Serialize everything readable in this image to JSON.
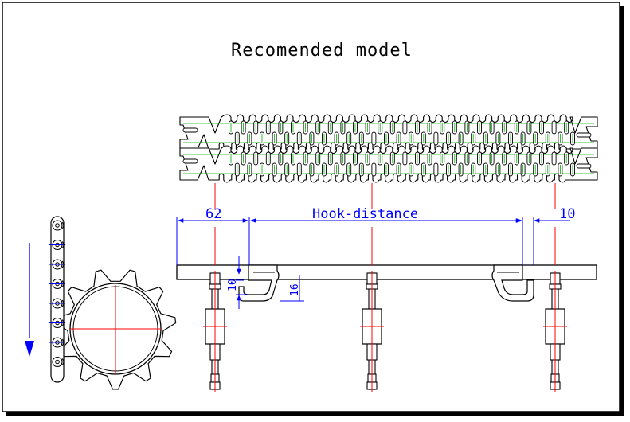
{
  "drawing": {
    "title": "Recomended model",
    "dimensions": {
      "left": "62",
      "middle": "Hook-distance",
      "right": "10",
      "hook_height": "10",
      "hook_depth": "16"
    }
  },
  "colors": {
    "outline": "#000000",
    "dimension": "#0000ff",
    "centerline": "#ff0000",
    "belt_detail": "#00b000"
  },
  "icons": {
    "direction_arrow": "down-arrow-icon"
  }
}
